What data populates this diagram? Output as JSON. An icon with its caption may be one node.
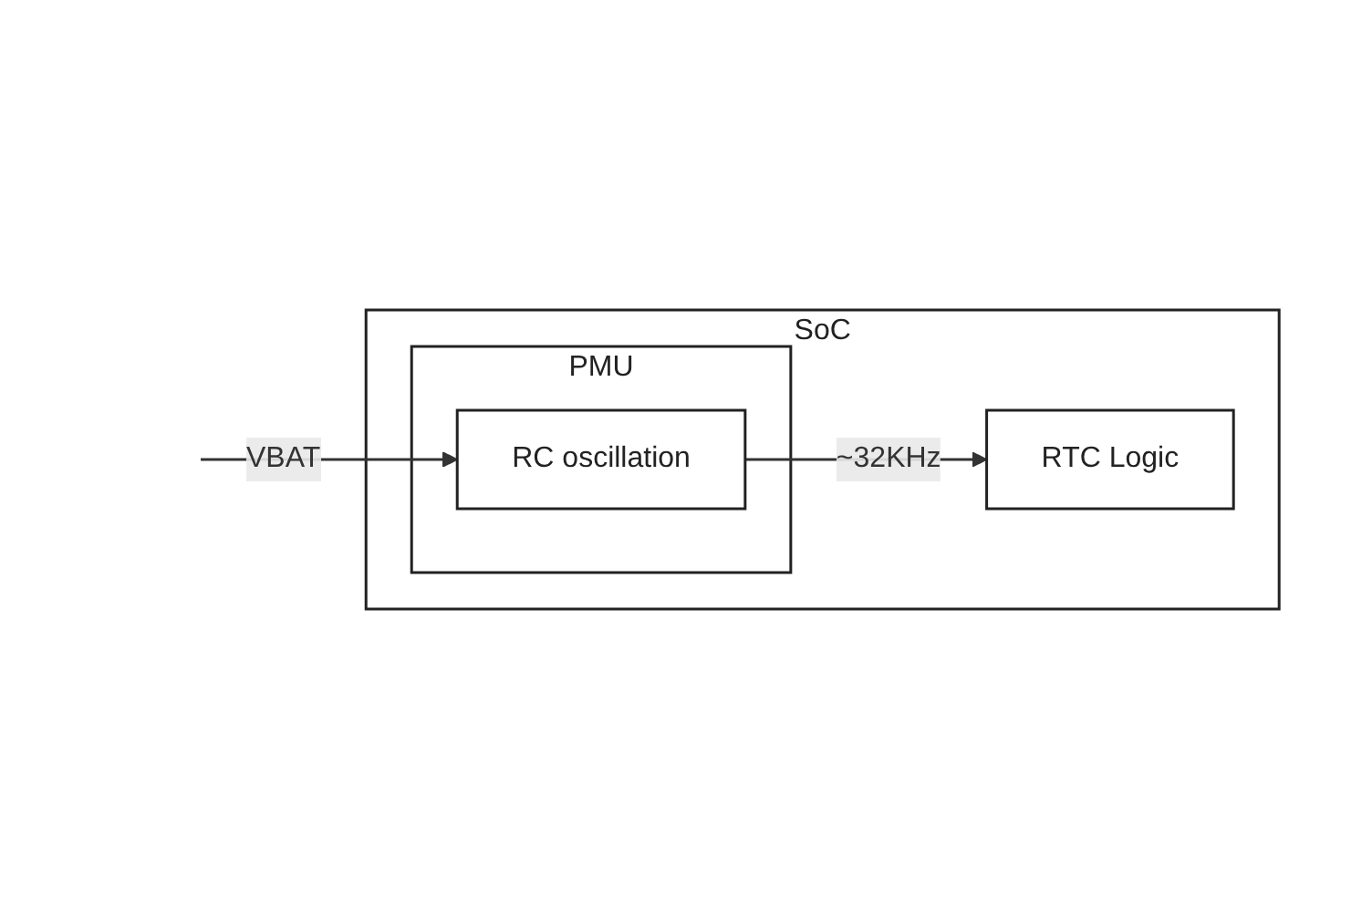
{
  "diagram": {
    "nodes": [
      {
        "text": [
          "SoC"
        ]
      },
      {
        "text": [
          "PMU"
        ],
        "in": 0
      },
      {
        "text": [
          "RC oscillation"
        ],
        "in": 1
      },
      {
        "text": [
          "RTC Logic"
        ],
        "in": 0
      }
    ],
    "edges": [
      {
        "from": null,
        "to": 2,
        "arrow": "to",
        "label": "VBAT"
      },
      {
        "from": 2,
        "to": 3,
        "arrow": "to",
        "label": "~32KHz"
      }
    ]
  }
}
